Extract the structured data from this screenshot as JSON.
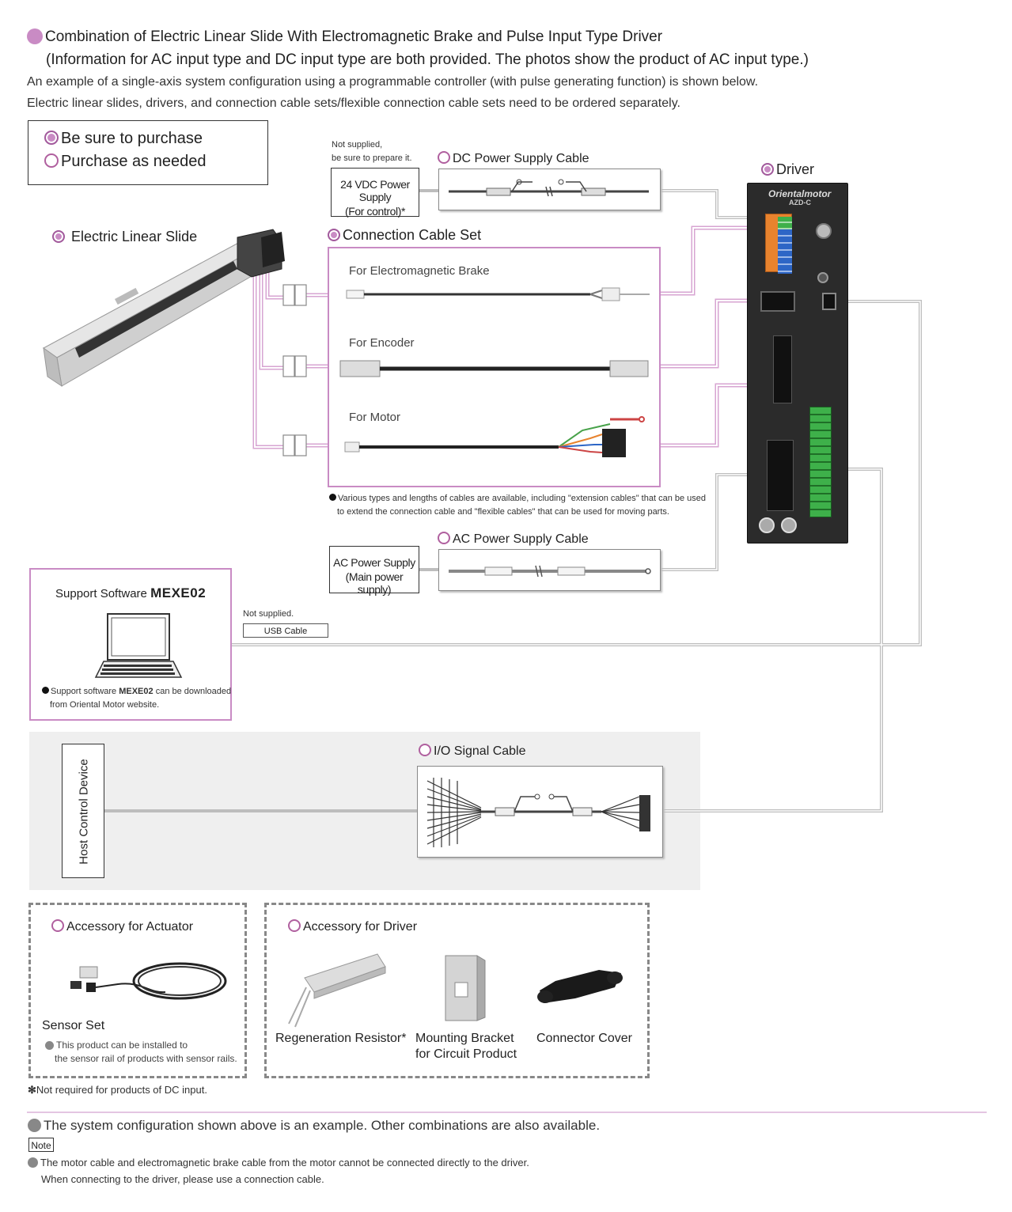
{
  "header": {
    "title_line1": "Combination of  Electric Linear Slide With Electromagnetic Brake and Pulse Input Type Driver",
    "title_line2": "(Information for AC input type and DC input type are both provided. The photos show the product of AC input type.)",
    "desc_line1": "An example of a single-axis system configuration using a programmable controller (with pulse generating function) is shown below.",
    "desc_line2": "Electric linear slides, drivers, and connection cable sets/flexible connection cable sets need to be ordered separately."
  },
  "legend": {
    "purchase": "Be sure to purchase",
    "optional": "Purchase as needed"
  },
  "dc_supply": {
    "note_line1": "Not supplied,",
    "note_line2": "be sure to prepare it.",
    "label_line1": "24 VDC Power Supply",
    "label_line2": "(For control)*",
    "cable_title": "DC Power Supply Cable"
  },
  "driver": {
    "title": "Driver",
    "brand": "Orientalmotor",
    "model": "AZD-C"
  },
  "slide": {
    "title": "Electric Linear Slide"
  },
  "cable_set": {
    "title": "Connection Cable Set",
    "items": [
      "For Electromagnetic Brake",
      "For Encoder",
      "For Motor"
    ],
    "note_line1": "Various types and lengths of cables are available, including \"extension cables\" that can be used",
    "note_line2": "to extend the connection cable and \"flexible cables\" that can be used for moving parts."
  },
  "ac_supply": {
    "cable_title": "AC Power Supply Cable",
    "label_line1": "AC Power Supply",
    "label_line2": "(Main power supply)"
  },
  "software": {
    "title_prefix": "Support Software ",
    "title_brand": "MEXE02",
    "note_prefix": "Support software ",
    "note_brand": "MEXE02",
    "note_suffix": " can be downloaded",
    "note_line2": "from Oriental Motor website."
  },
  "usb": {
    "note": "Not supplied.",
    "label": "USB Cable"
  },
  "host": {
    "label": "Host Control Device"
  },
  "io_cable": {
    "title": "I/O Signal Cable"
  },
  "accessory_actuator": {
    "title": "Accessory for Actuator",
    "item": "Sensor Set",
    "note_line1": "This product can be installed to",
    "note_line2": "the sensor rail of products with sensor rails."
  },
  "accessory_driver": {
    "title": "Accessory for Driver",
    "items": [
      "Regeneration Resistor*",
      "Mounting Bracket",
      "for Circuit Product",
      "Connector Cover"
    ]
  },
  "footnote": "Not required for products of DC input.",
  "footer": {
    "note1": "The system configuration shown above is an example. Other combinations are also available.",
    "note_tag": "Note",
    "note2_line1": "The motor cable and electromagnetic brake cable from the motor cannot be connected directly to the driver.",
    "note2_line2": "When connecting to the driver, please use a connection cable."
  },
  "colors": {
    "accent": "#c98bc4",
    "accent_dark": "#a25a9c",
    "line_grey": "#b8b8b8",
    "panel_grey": "#efefef"
  }
}
